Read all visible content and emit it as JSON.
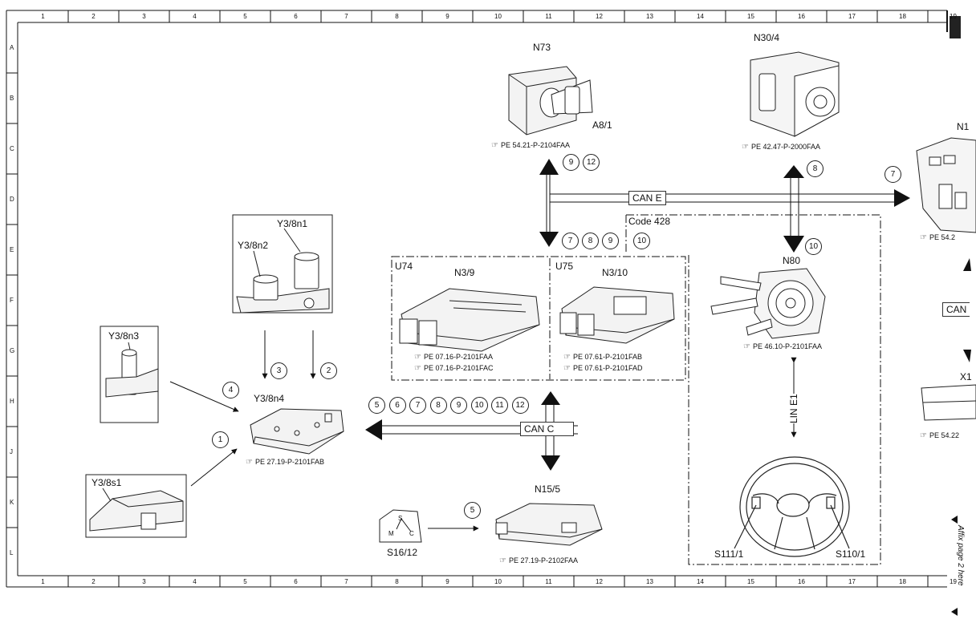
{
  "grid": {
    "columns": [
      "1",
      "2",
      "3",
      "4",
      "5",
      "6",
      "7",
      "8",
      "9",
      "10",
      "11",
      "12",
      "13",
      "14",
      "15",
      "16",
      "17",
      "18",
      "19"
    ],
    "rows": [
      "A",
      "B",
      "C",
      "D",
      "E",
      "F",
      "G",
      "H",
      "J",
      "K",
      "L"
    ]
  },
  "components": {
    "n73": "N73",
    "a8_1": "A8/1",
    "n30_4": "N30/4",
    "n1": "N1",
    "y3_8n1": "Y3/8n1",
    "y3_8n2": "Y3/8n2",
    "y3_8n3": "Y3/8n3",
    "y3_8n4": "Y3/8n4",
    "y3_8s1": "Y3/8s1",
    "u74": "U74",
    "n3_9": "N3/9",
    "u75": "U75",
    "n3_10": "N3/10",
    "n80": "N80",
    "n15_5": "N15/5",
    "s16_12": "S16/12",
    "s111_1": "S111/1",
    "s110_1": "S110/1",
    "x11": "X1"
  },
  "shift_letters": {
    "s": "S",
    "m": "M",
    "c": "C"
  },
  "refs": {
    "n73": "PE 54.21-P-2104FAA",
    "n30_4": "PE 42.47-P-2000FAA",
    "n1": "PE 54.2",
    "n3_9_a": "PE 07.16-P-2101FAA",
    "n3_9_b": "PE 07.16-P-2101FAC",
    "n3_10_a": "PE 07.61-P-2101FAB",
    "n3_10_b": "PE 07.61-P-2101FAD",
    "n80": "PE 46.10-P-2101FAA",
    "y3_8n4": "PE 27.19-P-2101FAB",
    "n15_5": "PE 27.19-P-2102FAA",
    "x11": "PE 54.22"
  },
  "buses": {
    "can_e": "CAN E",
    "can_c": "CAN C",
    "can_right": "CAN",
    "line_e1": "LIN E1",
    "code_428": "Code 428"
  },
  "circles": {
    "n73_a": "9",
    "n73_b": "12",
    "n30_4": "8",
    "to_n1": "7",
    "n80": "10",
    "hub_a": "7",
    "hub_b": "8",
    "hub_c": "9",
    "hub_d": "10",
    "y3_8n2": "3",
    "y3_8n1": "2",
    "y3_8n3": "4",
    "y3_8s1": "1",
    "canc": [
      "5",
      "6",
      "7",
      "8",
      "9",
      "10",
      "11",
      "12"
    ],
    "s16_12": "5"
  },
  "affix_note": "Affix page 2 here"
}
